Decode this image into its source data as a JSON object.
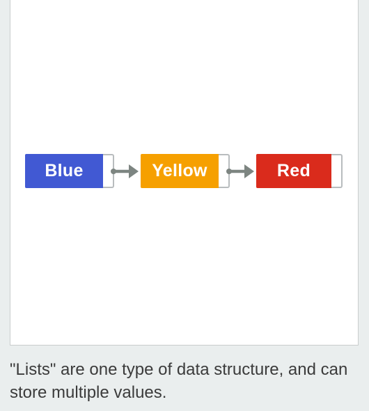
{
  "diagram": {
    "nodes": [
      {
        "label": "Blue",
        "color": "#4159d3"
      },
      {
        "label": "Yellow",
        "color": "#f6a000"
      },
      {
        "label": "Red",
        "color": "#da2b1c"
      }
    ],
    "arrow_color": "#7d8581",
    "pointer_border_color": "#b8bcbe"
  },
  "caption": {
    "text": "\"Lists\" are one type of data structure, and can store multiple values."
  }
}
